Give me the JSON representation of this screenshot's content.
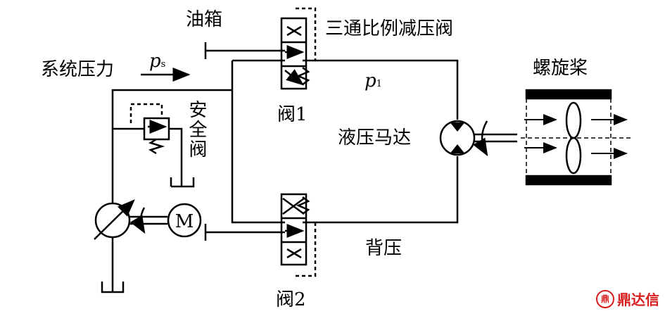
{
  "labels": {
    "oil_tank": "油箱",
    "three_way_valve": "三通比例减压阀",
    "system_pressure": "系统压力",
    "ps_symbol": "p",
    "ps_sub": "s",
    "p1_symbol": "p",
    "p1_sub": "1",
    "propeller": "螺旋桨",
    "safety_valve": "安全阀",
    "valve1": "阀1",
    "hydraulic_motor": "液压马达",
    "electric_motor": "M",
    "back_pressure": "背压",
    "valve2": "阀2"
  },
  "watermark": {
    "logo": "鼎",
    "text": "鼎达信",
    "color": "#d81e1e"
  },
  "colors": {
    "line": "#000000",
    "background": "#ffffff"
  }
}
